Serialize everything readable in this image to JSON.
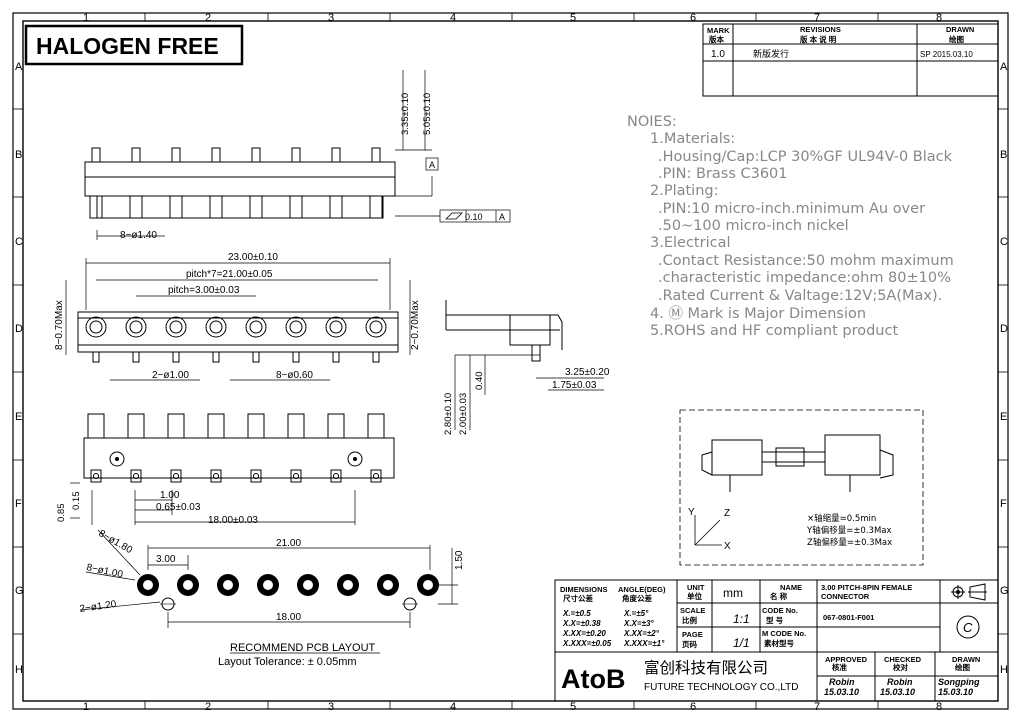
{
  "banner": "HALOGEN FREE",
  "grid": {
    "cols": [
      "1",
      "2",
      "3",
      "4",
      "5",
      "6",
      "7",
      "8"
    ],
    "rows": [
      "A",
      "B",
      "C",
      "D",
      "E",
      "F",
      "G",
      "H"
    ]
  },
  "revisions": {
    "mark_en": "MARK",
    "mark_cn": "版本",
    "rev_en": "REVISIONS",
    "rev_cn": "版 本 说 明",
    "drawn_en": "DRAWN",
    "drawn_cn": "绘图",
    "row_mark": "1.0",
    "row_desc": "新版发行",
    "row_drawn": "SP 2015.03.10"
  },
  "notes": [
    "NOIES:",
    "1.Materials:",
    ".Housing/Cap:LCP 30%GF UL94V-0 Black",
    ".PIN: Brass C3601",
    "2.Plating:",
    ".PIN:10 micro-inch.minimum Au over",
    ".50~100 micro-inch nickel",
    "3.Electrical",
    ".Contact Resistance:50 mohm maximum",
    ".characteristic impedance:ohm 80±10%",
    ".Rated Current & Valtage:12V;5A(Max).",
    "4. Ⓜ Mark is Major Dimension",
    "5.ROHS and HF compliant product"
  ],
  "dims": {
    "d335": "3.35±0.10",
    "d505": "5.05±0.10",
    "datum_a": "A",
    "flatness": "0.10",
    "flat_ref": "A",
    "pin_hole": "8−ø1.40",
    "overall": "23.00±0.10",
    "pitch7": "pitch*7=21.00±0.05",
    "pitch": "pitch=3.00±0.03",
    "left_max": "8−0.70Max",
    "right_max": "2−0.70Max",
    "post1": "2−ø1.00",
    "post2": "8−ø0.60",
    "d280": "2.80±0.10",
    "d200": "2.00±0.03",
    "d040": "0.40",
    "d325": "3.25±0.20",
    "d175": "1.75±0.03",
    "d085": "0.85",
    "d015": "0.15",
    "d100": "1.00",
    "d065": "0.65±0.03",
    "d1800m": "18.00±0.03",
    "pcb_180": "8−ø1.80",
    "pcb_100": "8−ø1.00",
    "pcb_120": "2−ø1.20",
    "pcb_300": "3.00",
    "pcb_2100": "21.00",
    "pcb_150": "1.50",
    "pcb_1800": "18.00",
    "pcb_title": "RECOMMEND PCB LAYOUT",
    "pcb_tol": "Layout Tolerance: ± 0.05mm"
  },
  "axis_box": {
    "y": "Y",
    "z": "Z",
    "x": "X",
    "l1": "×轴缩量=0.5min",
    "l2": "Y轴偏移量=±0.3Max",
    "l3": "Z轴偏移量=±0.3Max"
  },
  "title_block": {
    "dimensions_en": "DIMENSIONS",
    "dimensions_cn": "尺寸公差",
    "angle_en": "ANGLE(DEG)",
    "angle_cn": "角度公差",
    "tol": [
      "X.=±0.5",
      "X.X=±0.38",
      "X.XX=±0.20",
      "X.XXX=±0.05"
    ],
    "atol": [
      "X.=±5°",
      "X.X=±3°",
      "X.XX=±2°",
      "X.XXX=±1°"
    ],
    "unit_en": "UNIT",
    "unit_cn": "单位",
    "unit_val": "mm",
    "name_en": "NAME",
    "name_cn": "名 称",
    "name_val1": "3.00 PITCH-8PIN FEMALE",
    "name_val2": "CONNECTOR",
    "scale_en": "SCALE",
    "scale_cn": "比例",
    "scale_val": "1:1",
    "code_en": "CODE No.",
    "code_cn": "型 号",
    "code_val": "067-0801-F001",
    "page_en": "PAGE",
    "page_cn": "页码",
    "page_val": "1/1",
    "mcode_en": "M CODE No.",
    "mcode_cn": "素材型号",
    "c_mark": "C",
    "logo": "AtoB",
    "company_cn": "富创科技有限公司",
    "company_en": "FUTURE TECHNOLOGY CO.,LTD",
    "approved_en": "APPROVED",
    "approved_cn": "核准",
    "checked_en": "CHECKED",
    "checked_cn": "校对",
    "drawn_en": "DRAWN",
    "drawn_cn": "绘图",
    "approved_name": "Robin",
    "approved_date": "15.03.10",
    "checked_name": "Robin",
    "checked_date": "15.03.10",
    "drawn_name": "Songping",
    "drawn_date": "15.03.10"
  }
}
